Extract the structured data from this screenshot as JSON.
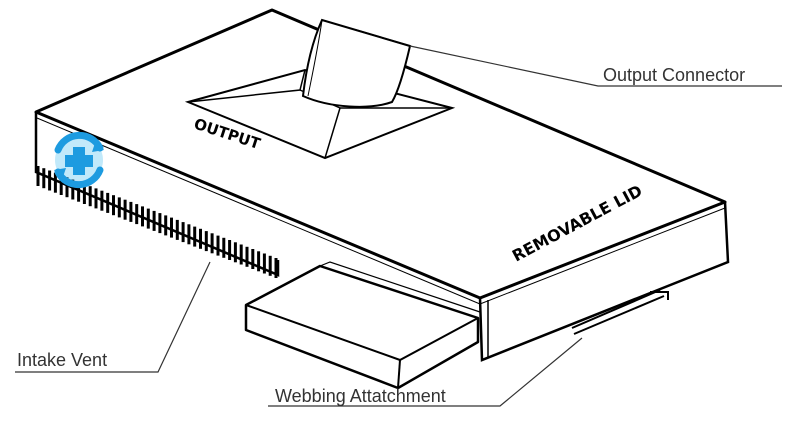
{
  "labels": {
    "output_connector": "Output Connector",
    "intake_vent": "Intake Vent",
    "webbing_attachment": "Webbing Attatchment"
  },
  "embossed_text": {
    "output": "OUTPUT",
    "removable_lid": "REMOVABLE LID"
  },
  "colors": {
    "line": "#000000",
    "label_text": "#333333",
    "logo_blue": "#1d9be0",
    "logo_light": "#4cc0f0"
  },
  "icons": {
    "logo": "medical-cross-refresh-logo"
  }
}
